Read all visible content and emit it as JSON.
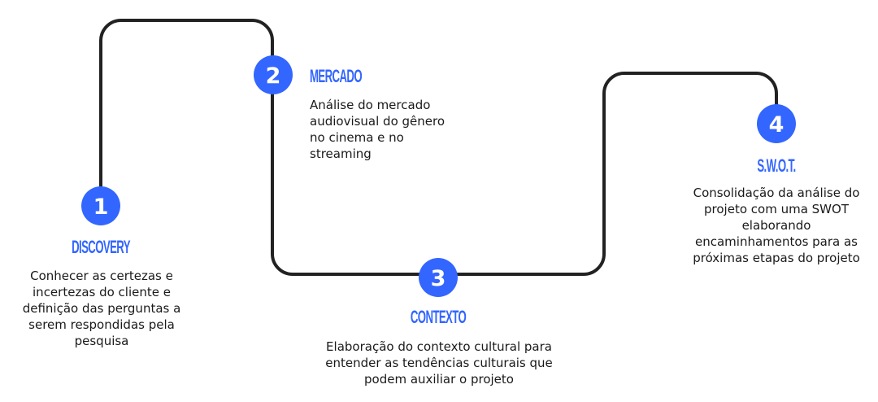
{
  "colors": {
    "accent": "#3366ff",
    "path": "#222222",
    "text": "#1a1a1a"
  },
  "steps": [
    {
      "number": "1",
      "title": "DISCOVERY",
      "description": "Conhecer as certezas e incertezas do cliente e definição das perguntas a serem respondidas pela pesquisa"
    },
    {
      "number": "2",
      "title": "MERCADO",
      "description": "Análise do mercado audiovisual do gênero no cinema e no streaming"
    },
    {
      "number": "3",
      "title": "CONTEXTO",
      "description": "Elaboração do contexto cultural para entender as tendências culturais que podem auxiliar o projeto"
    },
    {
      "number": "4",
      "title": "S.W.O.T.",
      "description": "Consolidação da análise do projeto com uma SWOT elaborando encaminhamentos para as próximas etapas do projeto"
    }
  ]
}
